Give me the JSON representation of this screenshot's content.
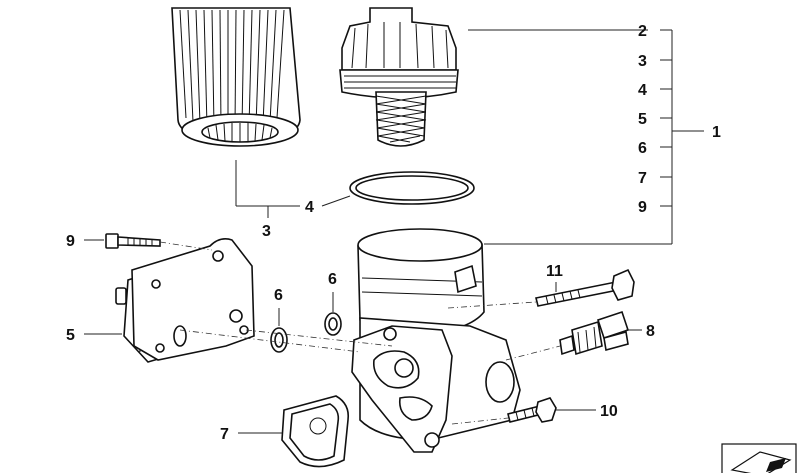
{
  "callouts": {
    "main_assembly": "1",
    "filter_cap": "2",
    "filter_insert_top": "3",
    "filter_insert_bottom": "3",
    "oring_top": "4",
    "oring_mid": "4",
    "gasket_top": "5",
    "oil_cooler": "5",
    "seal_top": "6",
    "seal_left": "6",
    "seal_right": "6",
    "gasket_list": "7",
    "gasket_bottom": "7",
    "sensor": "8",
    "bolt_list": "9",
    "bolt_left": "9",
    "bolt_right": "10",
    "bolt_long": "11"
  }
}
